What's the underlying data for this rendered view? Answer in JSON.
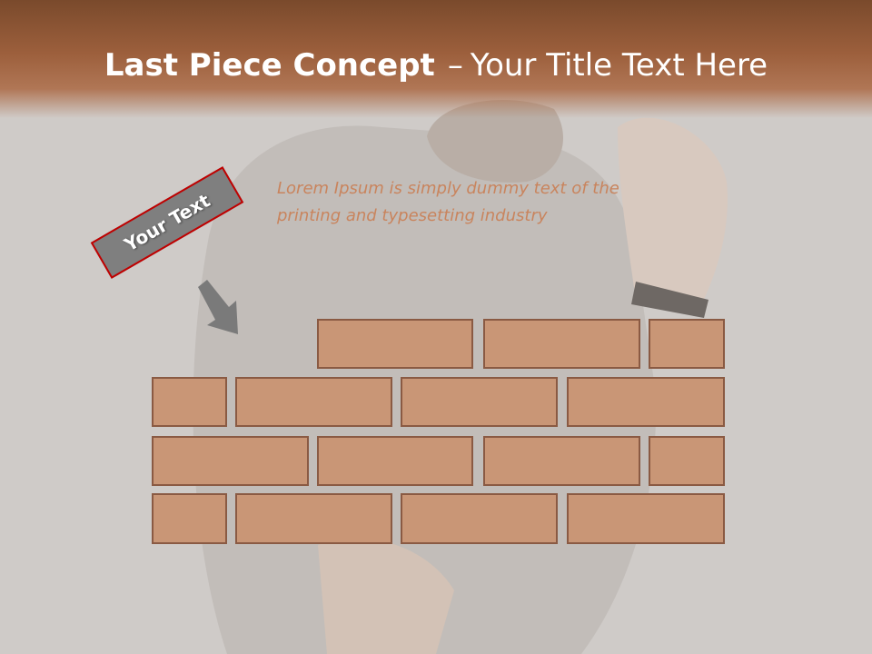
{
  "slide": {
    "title_bold": "Last Piece Concept",
    "title_sep": "–",
    "title_rest": "Your Title Text Here",
    "body_text": "Lorem Ipsum is simply dummy text of the printing and typesetting industry",
    "tag_label": "Your Text",
    "colors": {
      "title_band": "#9c5f3c",
      "brick_fill": "#c99676",
      "brick_border": "#8a5a43",
      "body_text": "#c9845d",
      "tag_fill": "#7f7f7f",
      "tag_border": "#c00000",
      "arrow": "#7a7a7a"
    },
    "icons": {
      "arrow": "arrow-down-right-icon"
    }
  }
}
